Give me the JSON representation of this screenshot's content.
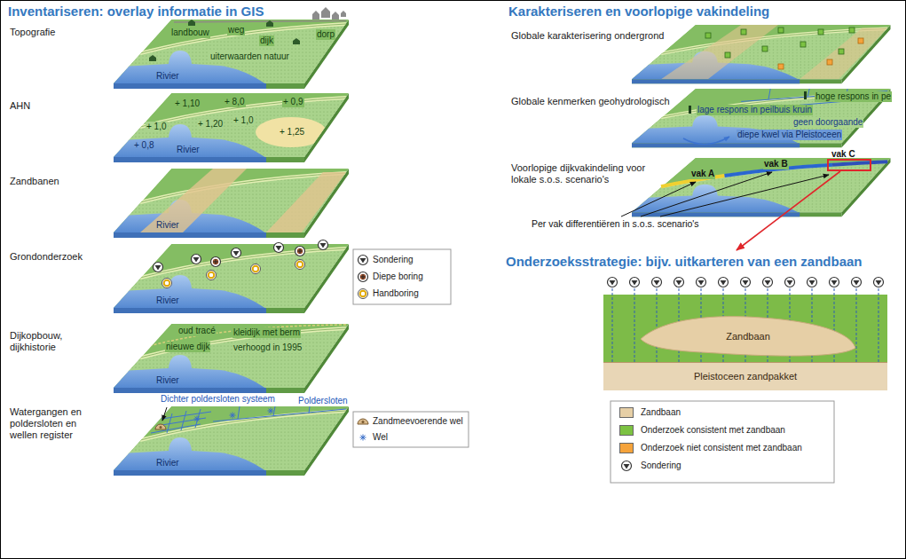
{
  "diagram": {
    "nodes": [
      {
        "text": [
          "vak C"
        ]
      },
      {
        "text": [
          "Onderzoeksstrategie: bijv. uitkarteren van een zandbaan"
        ]
      },
      {
        "text": [
          "Zandbaan"
        ],
        "in": 1
      },
      {
        "text": [
          "Pleistoceen zandpakket"
        ],
        "in": 1
      }
    ],
    "edges": [
      {
        "from": 0,
        "to": 1,
        "arrow": "to"
      }
    ],
    "labels": [
      "Inventariseren: overlay informatie in GIS",
      "Topografie",
      "landbouw",
      "weg",
      "dorp",
      "dijk",
      "uiterwaarden natuur",
      "Rivier",
      "AHN",
      "+ 1,10",
      "+ 8,0",
      "+ 0,9",
      "+ 1,20",
      "+ 1,0",
      "+ 1,0",
      "+ 1,25",
      "+ 0,8",
      "Rivier",
      "Zandbanen",
      "Rivier",
      "Grondonderzoek",
      "Rivier",
      "Dijkopbouw, dijkhistorie",
      "oud tracé",
      "kleidijk met berm",
      "nieuwe dijk",
      "verhoogd in 1995",
      "Rivier",
      "Watergangen en poldersloten en wellen register",
      "Dichter poldersloten systeem",
      "Poldersloten",
      "Rivier",
      "Karakteriseren en voorlopige vakindeling",
      "Globale karakterisering ondergrond",
      "Globale kenmerken geohydrologisch",
      "hoge respons in pe",
      "lage respons in peilbuis kruin",
      "geen doorgaande",
      "diepe kwel via Pleistoceen",
      "Voorlopige dijkvakindeling voor lokale s.o.s. scenario's",
      "vak A",
      "vak B",
      "Per vak differentiëren in s.o.s. scenario's"
    ],
    "legend": [
      {
        "text": "Sondering"
      },
      {
        "text": "Diepe boring"
      },
      {
        "text": "Handboring"
      },
      {
        "text": "Zandmeevoerende wel"
      },
      {
        "text": "Wel"
      },
      {
        "text": "Zandbaan",
        "color": "#e6cfa6"
      },
      {
        "text": "Onderzoek consistent met zandbaan",
        "color": "#7cc242"
      },
      {
        "text": "Onderzoek niet consistent met zandbaan",
        "color": "#f5a33b"
      },
      {
        "text": "Sondering"
      }
    ]
  }
}
